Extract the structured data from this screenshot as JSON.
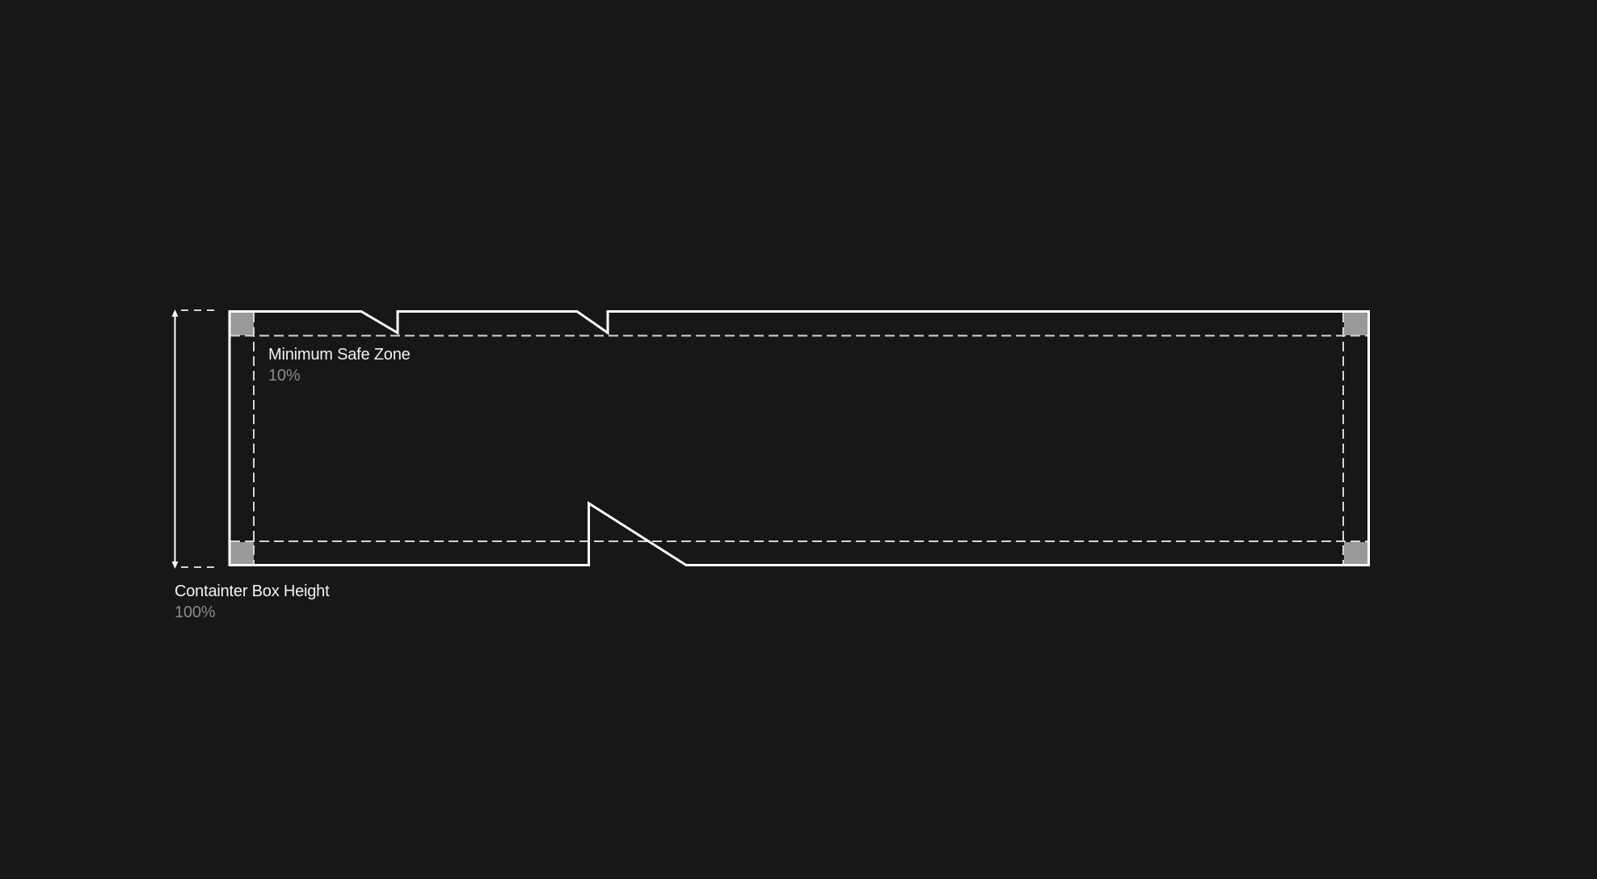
{
  "diagram": {
    "background_color": "#171717",
    "outline_color": "#ffffff",
    "guide_color": "#d4d4d4",
    "corner_marker_color": "#999999",
    "container": {
      "shape": "wide rectangle with two slanted notches on top edge and one slanted tab cut-in on bottom edge",
      "corner_markers": [
        "top-left",
        "top-right",
        "bottom-left",
        "bottom-right"
      ]
    },
    "safe_zone": {
      "title": "Minimum Safe Zone",
      "value": "10%",
      "style": "dashed inset guide"
    },
    "height_dimension": {
      "title": "Containter Box Height",
      "value": "100%",
      "style": "double-headed vertical arrow with dashed extension lines"
    }
  }
}
